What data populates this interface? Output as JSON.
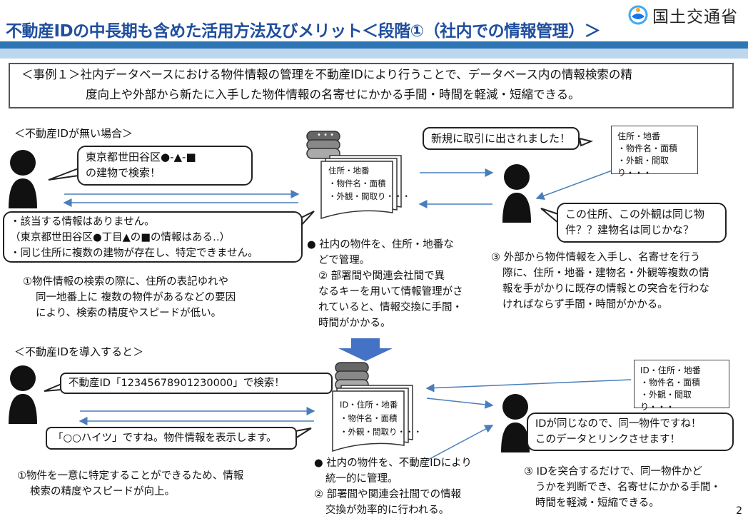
{
  "header": {
    "title": "不動産IDの中長期も含めた活用方法及びメリット＜段階①（社内での情報管理）＞",
    "ministry": "国土交通省"
  },
  "summary": {
    "line1": "＜事例１＞社内データベースにおける物件情報の管理を不動産IDにより行うことで、データベース内の情報検索の精",
    "line2": "度向上や外部から新たに入手した物件情報の名寄せにかかる手間・時間を軽減・短縮できる。"
  },
  "before": {
    "heading": "＜不動産IDが無い場合＞",
    "query_bubble": [
      "東京都世田谷区●-▲-■",
      "の建物で検索！"
    ],
    "response_bubble": [
      "・該当する情報はありません。",
      "（東京都世田谷区●丁目▲の■の情報はある‥）",
      "・同じ住所に複数の建物が存在し、特定できません。"
    ],
    "db_label": [
      "住所・地番",
      "・物件名・面積",
      "・外観・間取り・・・"
    ],
    "external_bubble": "新規に取引に出されました！",
    "external_doc": [
      "住所・地番",
      "・物件名・面積",
      "・外観・間取り・・・"
    ],
    "question_bubble": [
      "この住所、この外観は同じ物",
      "件？？建物名は同じかな？"
    ],
    "point1": [
      "①物件情報の検索の際に、住所の表記ゆれや",
      "同一地番上に 複数の物件があるなどの要因",
      "により、検索の精度やスピードが低い。"
    ],
    "point_mid": [
      "●  社内の物件を、住所・地番な",
      "どで管理。",
      "②  部署間や関連会社間で異",
      "なるキーを用いて情報管理がさ",
      "れていると、情報交換に手間・",
      "時間がかかる。"
    ],
    "point3": [
      "③ 外部から物件情報を入手し、名寄せを行う",
      "際に、住所・地番・建物名・外観等複数の情",
      "報を手がかりに既存の情報との突合を行わな",
      "ければならず手間・時間がかかる。"
    ]
  },
  "after": {
    "heading": "＜不動産IDを導入すると＞",
    "query_bubble": "不動産ID「12345678901230000」で検索！",
    "response_bubble": "「○○ハイツ」ですね。物件情報を表示します。",
    "db_label": [
      "ID・住所・地番",
      "・物件名・面積",
      "・外観・間取り・・・"
    ],
    "external_doc": [
      "ID・住所・地番",
      "・物件名・面積",
      "・外観・間取り・・・"
    ],
    "link_bubble": [
      "IDが同じなので、同一物件ですね！",
      "このデータとリンクさせます！"
    ],
    "point1": [
      "①物件を一意に特定することができるため、情報",
      "検索の精度やスピードが向上。"
    ],
    "point_mid": [
      "●  社内の物件を、不動産IDにより",
      "統一的に管理。",
      "②  部署間や関連会社間での情報",
      "交換が効率的に行われる。"
    ],
    "point3": [
      "③  IDを突合するだけで、同一物件かど",
      "うかを判断でき、名寄せにかかる手間・",
      "時間を軽減・短縮できる。"
    ]
  },
  "page_number": "2",
  "colors": {
    "title": "#1f4e9e",
    "band_dark": "#2e75b6",
    "band_light": "#bdd7ee",
    "arrow": "#4a7ebb",
    "down_arrow": "#4472c4"
  }
}
